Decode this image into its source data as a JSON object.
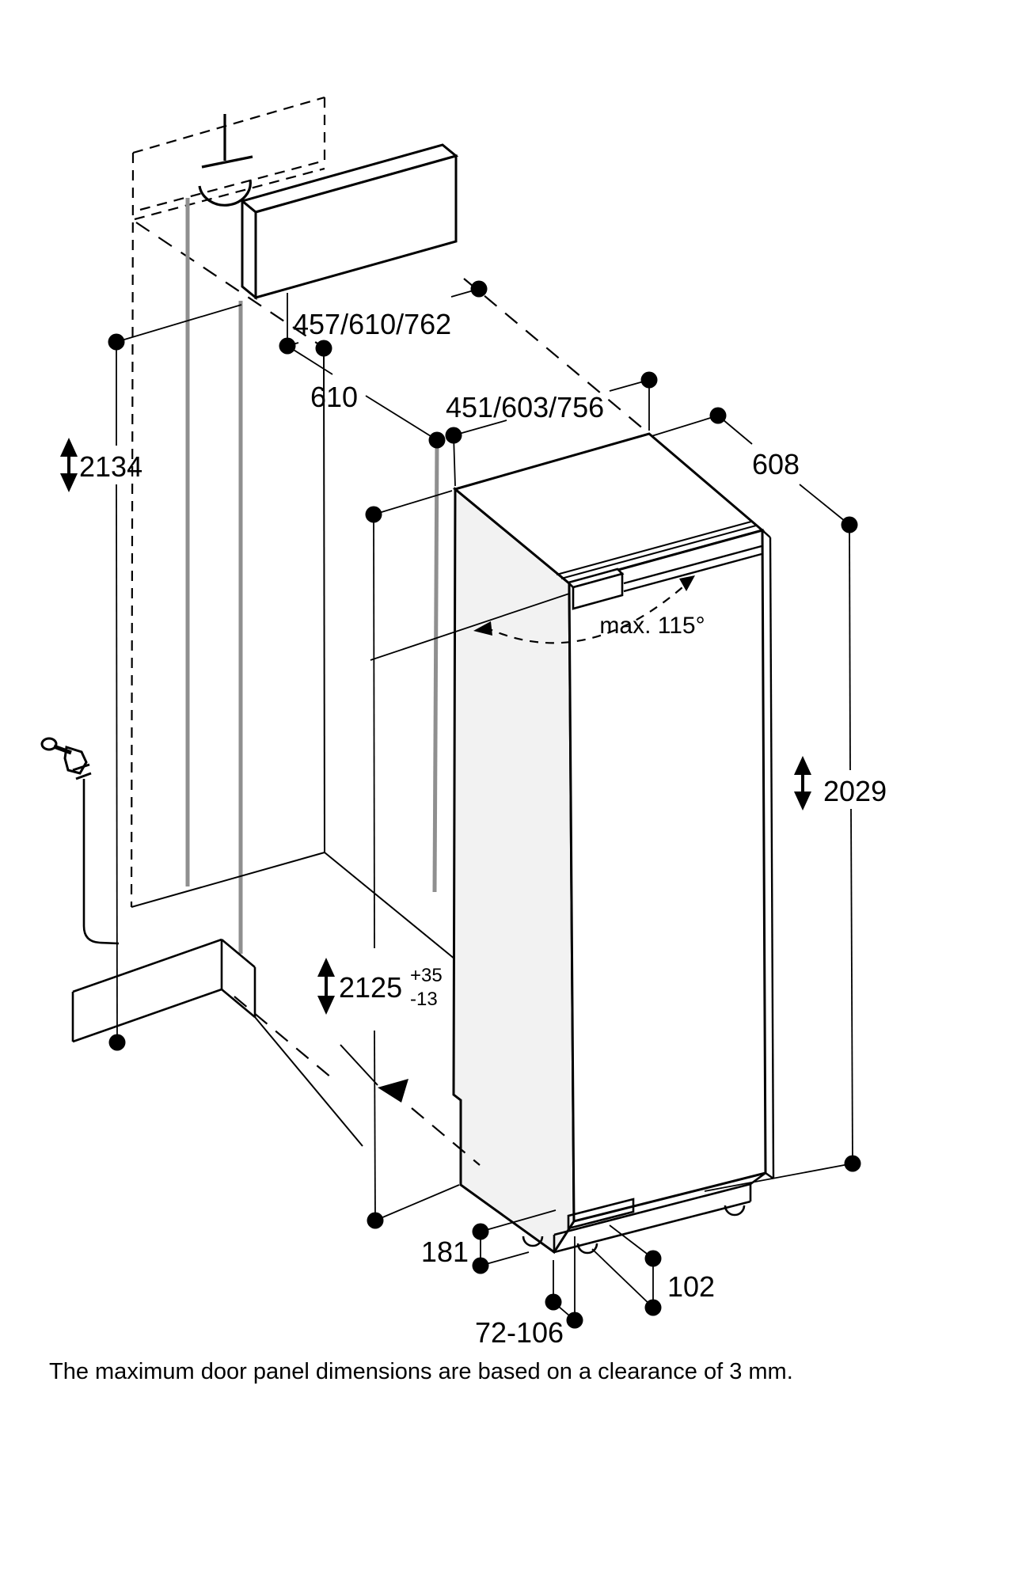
{
  "diagram": {
    "dimensions": {
      "panel_width_options": "457/610/762",
      "niche_depth": "610",
      "appliance_width_options": "451/603/756",
      "appliance_depth": "608",
      "total_height": "2134",
      "door_max_angle": "max. 115°",
      "appliance_height": "2029",
      "niche_height": "2125",
      "niche_height_tol_plus": "+35",
      "niche_height_tol_minus": "-13",
      "rear_clearance": "181",
      "plinth_recess": "102",
      "foot_adjust_range": "72-106"
    },
    "caption": "The maximum door panel dimensions are based on a clearance of 3 mm.",
    "colors": {
      "line": "#000000",
      "hidden_line": "#8f8f8f",
      "side_panel_fill": "#f2f2f2",
      "background": "#ffffff"
    }
  }
}
